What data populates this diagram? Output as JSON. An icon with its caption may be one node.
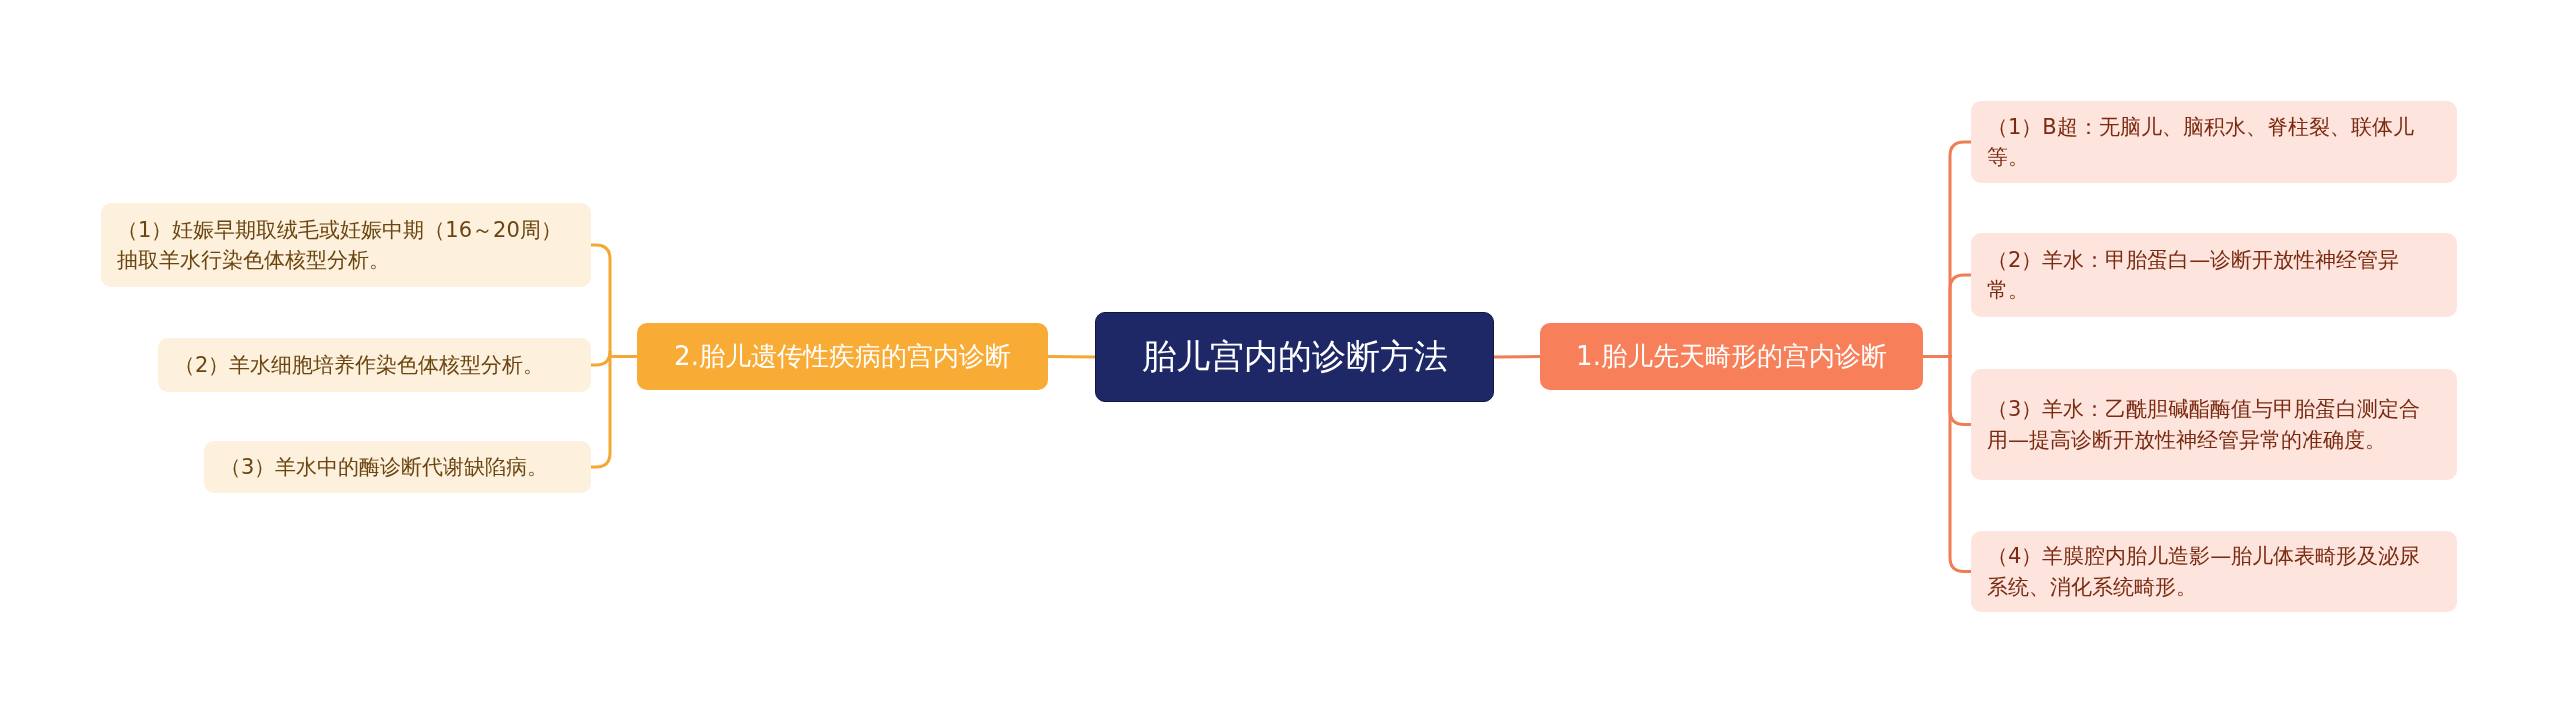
{
  "diagram": {
    "nodes": [
      {
        "text": [
          "胎儿宫内的诊断方法"
        ]
      },
      {
        "text": [
          "1.胎儿先天畸形的宫内诊断"
        ]
      },
      {
        "text": [
          "（1）B超：无脑儿、脑积水、脊柱裂、联体儿等。"
        ]
      },
      {
        "text": [
          "（2）羊水：甲胎蛋白—诊断开放性神经管异常。"
        ]
      },
      {
        "text": [
          "（3）羊水：乙酰胆碱酯酶值与甲胎蛋白测定合用—提高诊断开放性神经管异常的准确度。"
        ]
      },
      {
        "text": [
          "（4）羊膜腔内胎儿造影—胎儿体表畸形及泌尿系统、消化系统畸形。"
        ]
      },
      {
        "text": [
          "2.胎儿遗传性疾病的宫内诊断"
        ]
      },
      {
        "text": [
          "（1）妊娠早期取绒毛或妊娠中期（16～20周）抽取羊水行染色体核型分析。"
        ]
      },
      {
        "text": [
          "（2）羊水细胞培养作染色体核型分析。"
        ]
      },
      {
        "text": [
          "（3）羊水中的酶诊断代谢缺陷病。"
        ]
      }
    ],
    "edges": [
      {
        "from": 0,
        "to": 1,
        "arrow": "none"
      },
      {
        "from": 1,
        "to": 2,
        "arrow": "none"
      },
      {
        "from": 1,
        "to": 3,
        "arrow": "none"
      },
      {
        "from": 1,
        "to": 4,
        "arrow": "none"
      },
      {
        "from": 1,
        "to": 5,
        "arrow": "none"
      },
      {
        "from": 0,
        "to": 6,
        "arrow": "none"
      },
      {
        "from": 6,
        "to": 7,
        "arrow": "none"
      },
      {
        "from": 6,
        "to": 8,
        "arrow": "none"
      },
      {
        "from": 6,
        "to": 9,
        "arrow": "none"
      }
    ]
  }
}
